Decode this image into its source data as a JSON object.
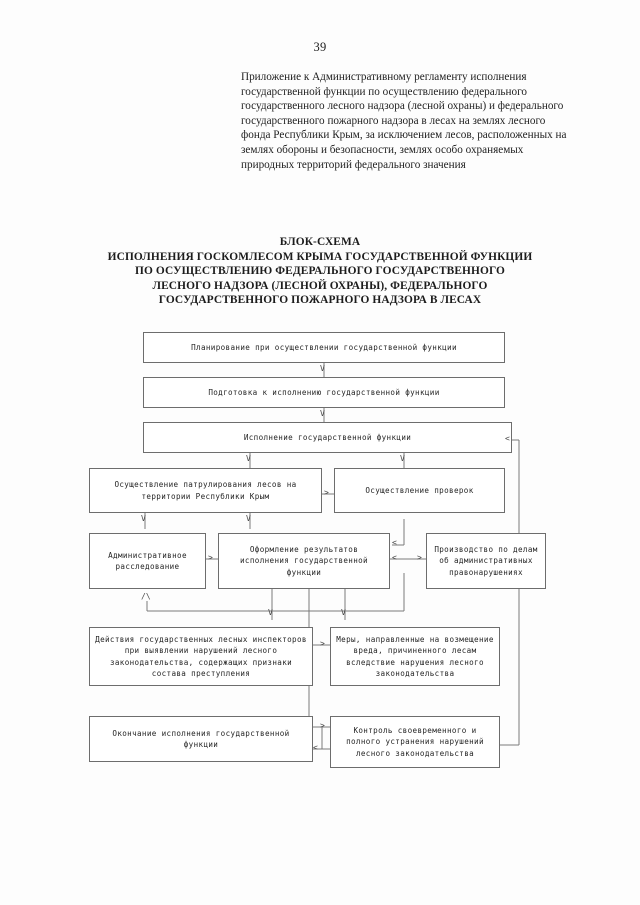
{
  "page": {
    "number": "39",
    "appendix_note": "Приложение к Административному регламенту исполнения государственной функции по осуществлению федерального государственного лесного надзора (лесной охраны) и федерального государственного пожарного надзора в лесах на землях лесного фонда Республики Крым, за исключением лесов, расположенных на землях обороны и безопасности, землях особо охраняемых природных территорий федерального значения"
  },
  "title": {
    "line1": "БЛОК-СХЕМА",
    "line2": "ИСПОЛНЕНИЯ ГОСКОМЛЕСОМ КРЫМА ГОСУДАРСТВЕННОЙ ФУНКЦИИ",
    "line3": "ПО ОСУЩЕСТВЛЕНИЮ ФЕДЕРАЛЬНОГО ГОСУДАРСТВЕННОГО",
    "line4": "ЛЕСНОГО НАДЗОРА (ЛЕСНОЙ ОХРАНЫ), ФЕДЕРАЛЬНОГО",
    "line5": "ГОСУДАРСТВЕННОГО ПОЖАРНОГО НАДЗОРА В ЛЕСАХ"
  },
  "flowchart": {
    "type": "flowchart",
    "nodes": [
      {
        "id": "planning",
        "label": "Планирование при осуществлении государственной функции"
      },
      {
        "id": "preparation",
        "label": "Подготовка к исполнению государственной функции"
      },
      {
        "id": "execution",
        "label": "Исполнение государственной функции"
      },
      {
        "id": "patrol",
        "label": "Осуществление патрулирования лесов на территории Республики Крым"
      },
      {
        "id": "inspections",
        "label": "Осуществление проверок"
      },
      {
        "id": "investigation",
        "label": "Административное расследование"
      },
      {
        "id": "documentation",
        "label": "Оформление результатов исполнения государственной функции"
      },
      {
        "id": "proceedings",
        "label": "Производство по делам об административных правонарушениях"
      },
      {
        "id": "inspector_acts",
        "label": "Действия государственных лесных инспекторов при выявлении нарушений лесного законодательства, содержащих признаки состава преступления"
      },
      {
        "id": "damage_measures",
        "label": "Меры, направленные на возмещение вреда, причиненного лесам вследствие нарушения лесного законодательства"
      },
      {
        "id": "completion",
        "label": "Окончание исполнения государственной функции"
      },
      {
        "id": "control",
        "label": "Контроль своевременного и полного устранения нарушений лесного законодательства"
      }
    ],
    "arrow_glyphs": {
      "down": "V",
      "up": "/\\",
      "right": ">",
      "left": "<"
    }
  },
  "colors": {
    "paper": "#fdfdfd",
    "ink": "#1c1c1c",
    "box_border": "#6d6d6d",
    "connector": "#7a7a7a"
  }
}
